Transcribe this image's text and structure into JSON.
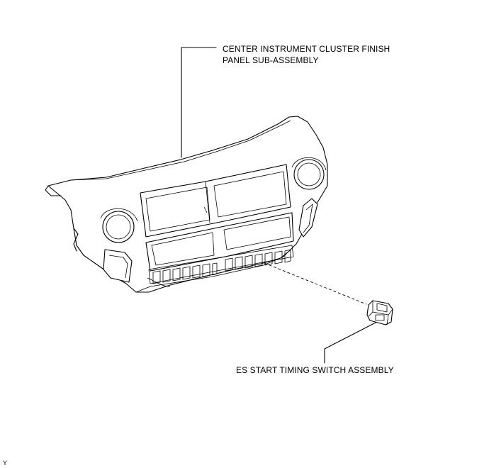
{
  "callouts": {
    "panel_line1": "CENTER INSTRUMENT CLUSTER FINISH",
    "panel_line2": "PANEL SUB-ASSEMBLY",
    "switch": "ES START TIMING SWITCH ASSEMBLY"
  },
  "corner_mark": "Y"
}
